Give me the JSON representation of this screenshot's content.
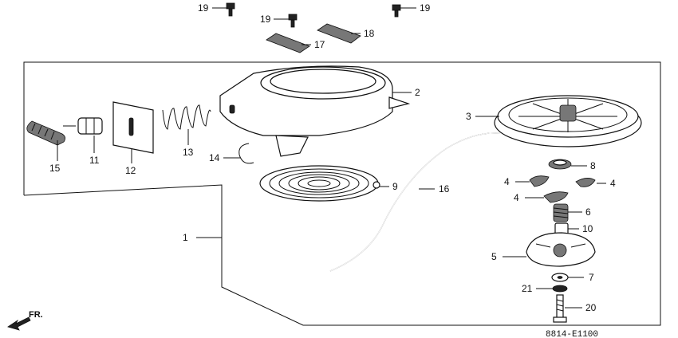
{
  "diagram": {
    "code": "8814-E1100",
    "direction_label": "FR.",
    "callouts": {
      "c1": "1",
      "c2": "2",
      "c3": "3",
      "c4a": "4",
      "c4b": "4",
      "c4c": "4",
      "c5": "5",
      "c6": "6",
      "c7": "7",
      "c8": "8",
      "c9": "9",
      "c10": "10",
      "c11": "11",
      "c12": "12",
      "c13": "13",
      "c14": "14",
      "c15": "15",
      "c16": "16",
      "c17": "17",
      "c18": "18",
      "c19a": "19",
      "c19b": "19",
      "c19c": "19",
      "c20": "20",
      "c21": "21"
    }
  }
}
